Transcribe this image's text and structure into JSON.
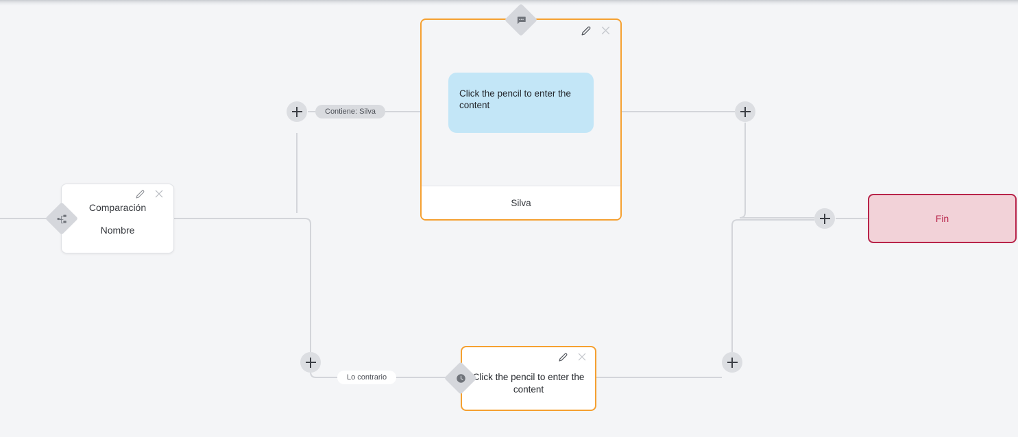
{
  "canvas": {
    "background_color": "#f4f5f7",
    "edge_color": "#d3d5da"
  },
  "colors": {
    "orange_accent": "#f5a030",
    "end_border": "#b8244a",
    "end_fill": "#f2d2d8",
    "bubble_blue": "#c3e6f7",
    "handle_gray": "#d5d7dc",
    "plus_gray": "#dcdee2"
  },
  "nodes": {
    "compare": {
      "title": "Comparación",
      "subtitle": "Nombre",
      "handle_icon": "branch-split-icon",
      "edit_icon": "pencil-icon",
      "close_icon": "close-icon"
    },
    "message_true": {
      "handle_icon": "chat-bubble-icon",
      "edit_icon": "pencil-icon",
      "close_icon": "close-icon",
      "bubble_text": "Click the pencil to enter the content",
      "footer_label": "Silva"
    },
    "message_false": {
      "handle_icon": "clock-icon",
      "edit_icon": "pencil-icon",
      "close_icon": "close-icon",
      "bubble_text": "Click the pencil to enter the content"
    },
    "end": {
      "label": "Fin"
    }
  },
  "edge_labels": {
    "condition_true": "Contiene: Silva",
    "condition_false": "Lo contrario"
  },
  "add_buttons": [
    {
      "name": "add-node-true-branch-left",
      "icon": "plus-icon"
    },
    {
      "name": "add-node-true-branch-right",
      "icon": "plus-icon"
    },
    {
      "name": "add-node-false-branch-left",
      "icon": "plus-icon"
    },
    {
      "name": "add-node-false-branch-right",
      "icon": "plus-icon"
    },
    {
      "name": "add-node-before-end",
      "icon": "plus-icon"
    }
  ]
}
